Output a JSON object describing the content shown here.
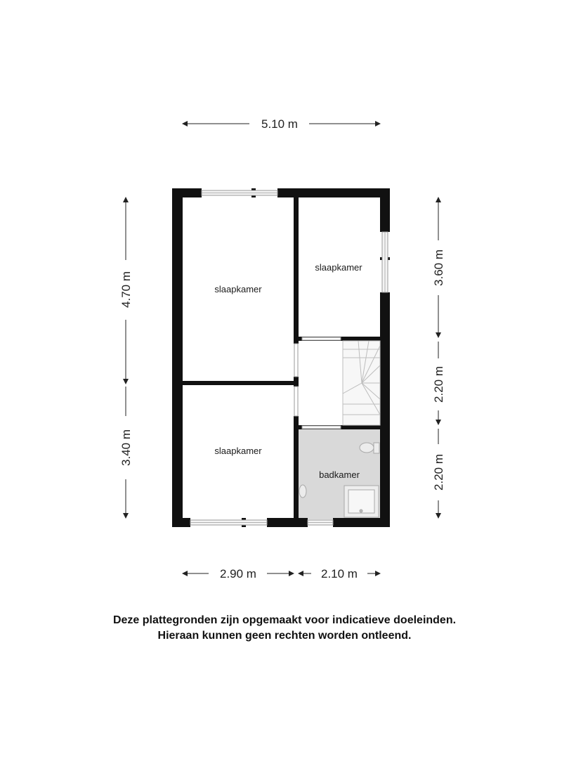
{
  "dimensions": {
    "top_width": "5.10 m",
    "left_upper": "4.70 m",
    "left_lower": "3.40 m",
    "right_upper": "3.60 m",
    "right_middle": "2.20 m",
    "right_lower": "2.20 m",
    "bottom_left": "2.90 m",
    "bottom_right": "2.10 m"
  },
  "rooms": {
    "bedroom_large": "slaapkamer",
    "bedroom_small": "slaapkamer",
    "bedroom_bottom": "slaapkamer",
    "bathroom": "badkamer"
  },
  "disclaimer": {
    "line1": "Deze plattegronden zijn opgemaakt voor indicatieve doeleinden.",
    "line2": "Hieraan kunnen geen rechten worden ontleend."
  },
  "colors": {
    "wall": "#111111",
    "bathroom_floor": "#d9d9d9",
    "window_frame": "#c8c8c8"
  }
}
